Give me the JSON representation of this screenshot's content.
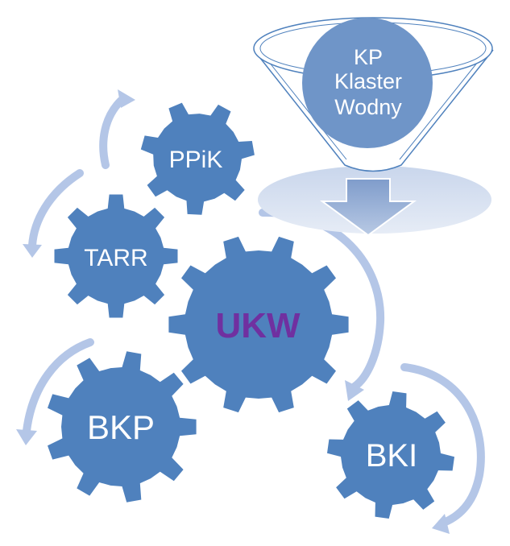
{
  "colors": {
    "gear_fill": "#4f81bd",
    "gear_text": "#ffffff",
    "center_text": "#7030a0",
    "arrow_fill": "#b4c6e7",
    "funnel_stroke": "#4f81bd",
    "funnel_bowl": "#d5deef",
    "funnel_circle": "#6f95c8",
    "down_arrow": "#8ea9d3"
  },
  "funnel": {
    "line1": "KP",
    "line2": "Klaster",
    "line3": "Wodny"
  },
  "gears": [
    {
      "id": "ppik",
      "label": "PPiK",
      "icon": "gear-icon"
    },
    {
      "id": "tarr",
      "label": "TARR",
      "icon": "gear-icon"
    },
    {
      "id": "ukw",
      "label": "UKW",
      "icon": "gear-icon"
    },
    {
      "id": "bkp",
      "label": "BKP",
      "icon": "gear-icon"
    },
    {
      "id": "bki",
      "label": "BKI",
      "icon": "gear-icon"
    }
  ]
}
